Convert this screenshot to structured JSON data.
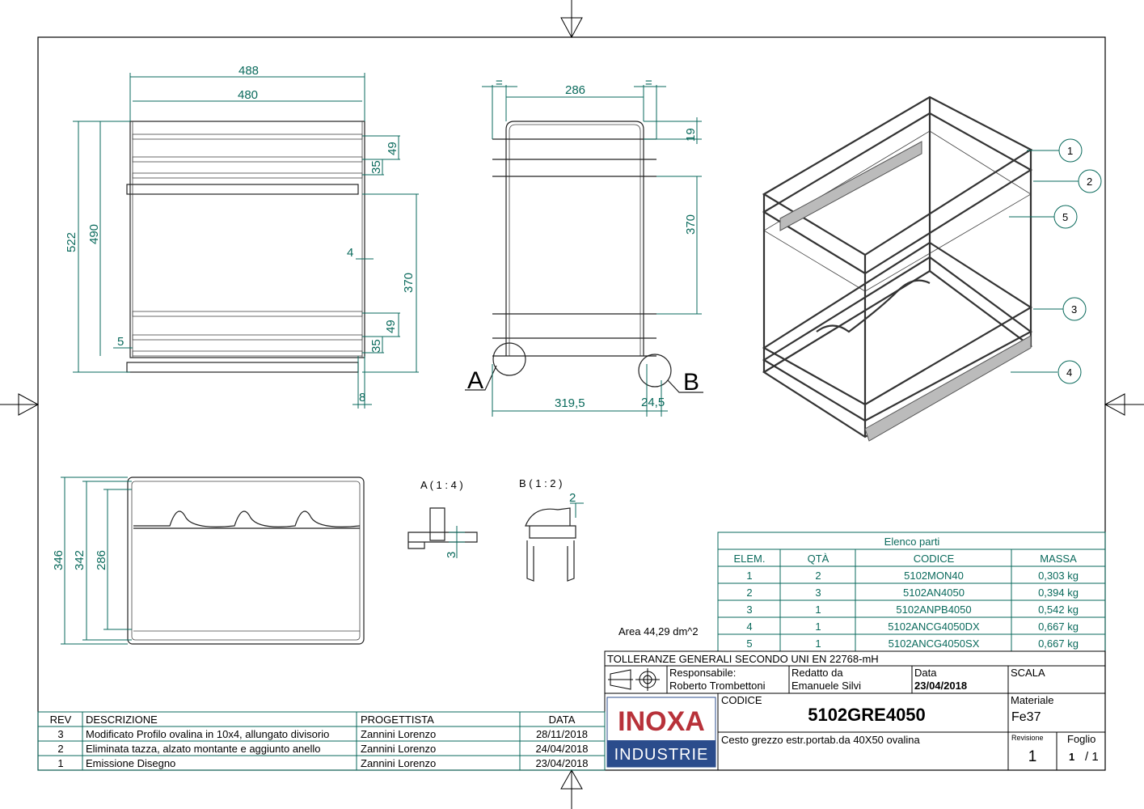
{
  "dimensions": {
    "front": {
      "w488": "488",
      "w480": "480",
      "h522": "522",
      "h490": "490",
      "d49a": "49",
      "d35a": "35",
      "d4": "4",
      "d370": "370",
      "d49b": "49",
      "d35b": "35",
      "d5": "5",
      "d8": "8"
    },
    "side": {
      "w286": "286",
      "h19": "19",
      "h370": "370",
      "w3195": "319,5",
      "w245": "24,5",
      "eq1": "=",
      "eq2": "="
    },
    "top": {
      "h346": "346",
      "h342": "342",
      "h286": "286"
    },
    "detail_a": {
      "d3": "3"
    },
    "detail_b": {
      "d2": "2"
    }
  },
  "details": {
    "a_label": "A",
    "b_label": "B",
    "a_title": "A ( 1 : 4 )",
    "b_title": "B ( 1 : 2 )"
  },
  "balloons": [
    "1",
    "2",
    "5",
    "3",
    "4"
  ],
  "area": "Area 44,29  dm^2",
  "parts_list": {
    "title": "Elenco parti",
    "headers": [
      "ELEM.",
      "QTÀ",
      "CODICE",
      "MASSA"
    ],
    "rows": [
      [
        "1",
        "2",
        "5102MON40",
        "0,303 kg"
      ],
      [
        "2",
        "3",
        "5102AN4050",
        "0,394 kg"
      ],
      [
        "3",
        "1",
        "5102ANPB4050",
        "0,542 kg"
      ],
      [
        "4",
        "1",
        "5102ANCG4050DX",
        "0,667 kg"
      ],
      [
        "5",
        "1",
        "5102ANCG4050SX",
        "0,667 kg"
      ]
    ]
  },
  "title_block": {
    "tolerances": "TOLLERANZE GENERALI SECONDO UNI EN 22768-mH",
    "responsabile_label": "Responsabile:",
    "responsabile": "Roberto Trombettoni",
    "redatto_label": "Redatto  da",
    "redatto": "Emanuele Silvi",
    "data_label": "Data",
    "data": "23/04/2018",
    "scala_label": "SCALA",
    "logo_top": "INOXA",
    "logo_bottom": "INDUSTRIE",
    "codice_label": "CODICE",
    "codice": "5102GRE4050",
    "materiale_label": "Materiale",
    "materiale": "Fe37",
    "descrizione": "Cesto grezzo estr.portab.da 40X50 ovalina",
    "revisione_label": "Revisione",
    "revisione": "1",
    "foglio_label": "Foglio",
    "foglio": "1",
    "foglio_total": "/ 1"
  },
  "revisions": {
    "headers": [
      "REV",
      "DESCRIZIONE",
      "PROGETTISTA",
      "DATA"
    ],
    "rows": [
      [
        "3",
        "Modificato Profilo ovalina in 10x4, allungato divisorio",
        "Zannini Lorenzo",
        "28/11/2018"
      ],
      [
        "2",
        "Eliminata tazza, alzato montante e aggiunto anello",
        "Zannini Lorenzo",
        "24/04/2018"
      ],
      [
        "1",
        "Emissione Disegno",
        "Zannini Lorenzo",
        "23/04/2018"
      ]
    ]
  },
  "colors": {
    "line": "#0a6a5c",
    "logo_red": "#b8323a",
    "logo_blue": "#2b4c8c"
  }
}
